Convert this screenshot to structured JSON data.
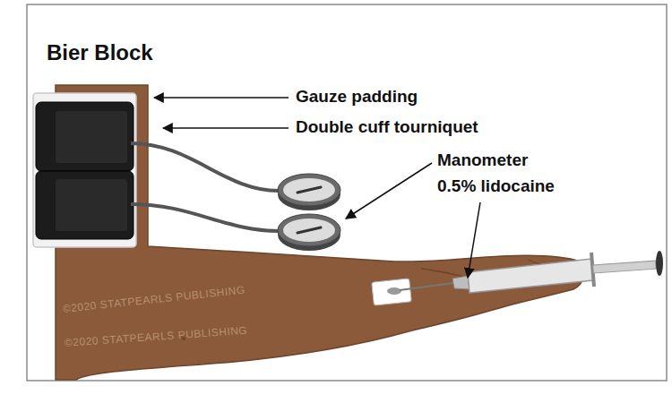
{
  "diagram": {
    "title": "Bier Block",
    "labels": [
      "Gauze padding",
      "Double cuff tourniquet",
      "Manometer",
      "0.5% lidocaine",
      "©2020 STATPEARLS PUBLISHING",
      "©2020 STATPEARLS PUBLISHING"
    ]
  }
}
